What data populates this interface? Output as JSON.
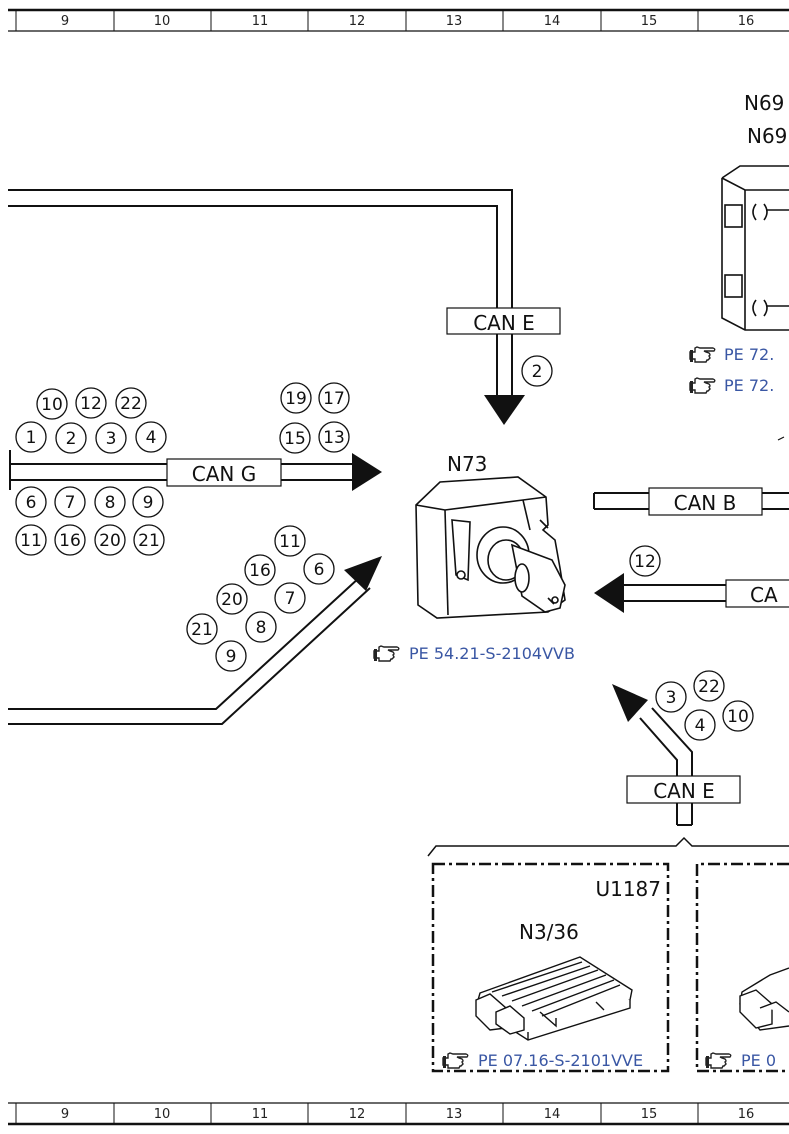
{
  "colors": {
    "line": "#111111",
    "reference": "#3a57a4",
    "background": "#ffffff"
  },
  "ruler": {
    "top_labels": [
      "9",
      "10",
      "11",
      "12",
      "13",
      "14",
      "15",
      "16"
    ],
    "bottom_labels": [
      "9",
      "10",
      "11",
      "12",
      "13",
      "14",
      "15",
      "16"
    ]
  },
  "components": {
    "n73": "N73",
    "n69_top": "N69",
    "n69_bottom": "N69",
    "u1187": "U1187",
    "n3_36": "N3/36"
  },
  "buses": {
    "can_e_top": "CAN E",
    "can_g": "CAN G",
    "can_b": "CAN B",
    "can_a_partial": "CA",
    "can_e_bottom": "CAN E"
  },
  "references": {
    "n73": "PE 54.21-S-2104VVB",
    "n69_1": "PE 72.",
    "n69_2": "PE 72.",
    "n3_36": "PE 07.16-S-2101VVE",
    "right_module": "PE 0"
  },
  "icons": {
    "reference": "pointing-hand-icon"
  },
  "pins": {
    "can_e_top": [
      "2"
    ],
    "can_g_above": [
      "10",
      "12",
      "22",
      "1",
      "2",
      "3",
      "4"
    ],
    "can_g_below": [
      "6",
      "7",
      "8",
      "9",
      "11",
      "16",
      "20",
      "21"
    ],
    "can_g_right": [
      "19",
      "17",
      "15",
      "13"
    ],
    "diagonal": [
      "11",
      "16",
      "6",
      "20",
      "7",
      "21",
      "8",
      "9"
    ],
    "can_a": [
      "12"
    ],
    "can_e_bottom": [
      "3",
      "22",
      "4",
      "10"
    ]
  }
}
